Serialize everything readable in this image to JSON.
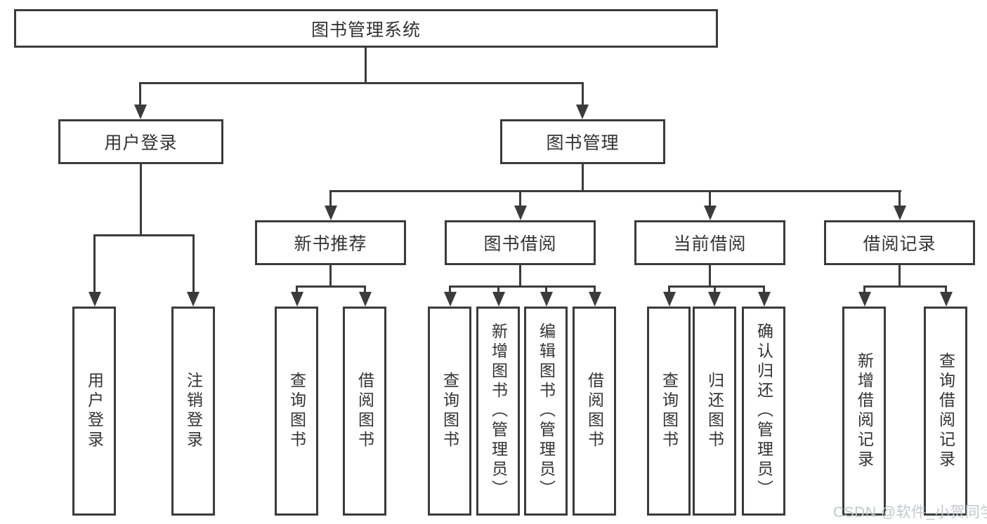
{
  "tree": {
    "root": {
      "label": "图书管理系统"
    },
    "level2": [
      {
        "label": "用户登录"
      },
      {
        "label": "图书管理"
      }
    ],
    "level3": [
      {
        "label": "新书推荐",
        "parent": "图书管理"
      },
      {
        "label": "图书借阅",
        "parent": "图书管理"
      },
      {
        "label": "当前借阅",
        "parent": "图书管理"
      },
      {
        "label": "借阅记录",
        "parent": "图书管理"
      }
    ],
    "leaves": [
      {
        "label": "用户登录",
        "parent": "用户登录"
      },
      {
        "label": "注销登录",
        "parent": "用户登录"
      },
      {
        "label": "查询图书",
        "parent": "新书推荐"
      },
      {
        "label": "借阅图书",
        "parent": "新书推荐"
      },
      {
        "label": "查询图书",
        "parent": "图书借阅"
      },
      {
        "label": "新增图书（管理员）",
        "parent": "图书借阅"
      },
      {
        "label": "编辑图书（管理员）",
        "parent": "图书借阅"
      },
      {
        "label": "借阅图书",
        "parent": "图书借阅"
      },
      {
        "label": "查询图书",
        "parent": "当前借阅"
      },
      {
        "label": "归还图书",
        "parent": "当前借阅"
      },
      {
        "label": "确认归还（管理员）",
        "parent": "当前借阅"
      },
      {
        "label": "新增借阅记录",
        "parent": "借阅记录"
      },
      {
        "label": "查询借阅记录",
        "parent": "借阅记录"
      }
    ]
  },
  "watermark": {
    "text": "CSDN @软件_小贺同学"
  },
  "colors": {
    "line": "#3b3b3b",
    "text": "#333333",
    "background": "#ffffff",
    "watermark": "#c3c7cd"
  }
}
